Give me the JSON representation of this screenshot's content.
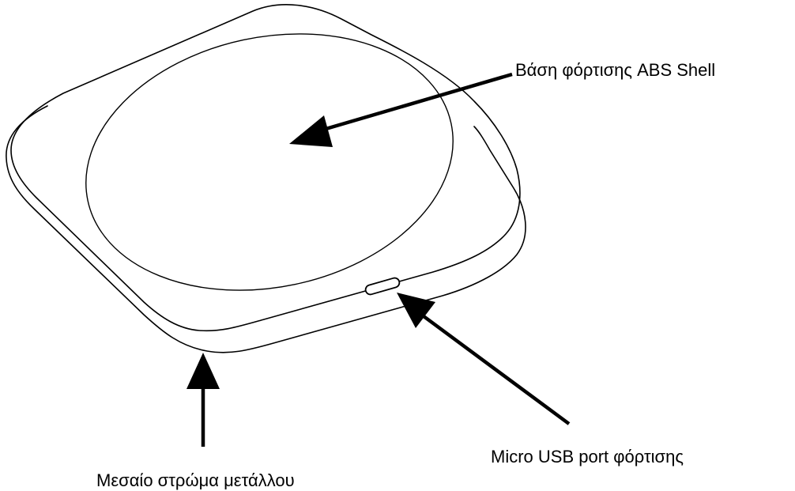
{
  "labels": {
    "shell": "Βάση φόρτισης ABS Shell",
    "usb_port": "Micro USB port φόρτισης",
    "metal_layer": "Μεσαίο στρώμα μετάλλου"
  },
  "colors": {
    "background": "#ffffff",
    "line": "#000000"
  }
}
